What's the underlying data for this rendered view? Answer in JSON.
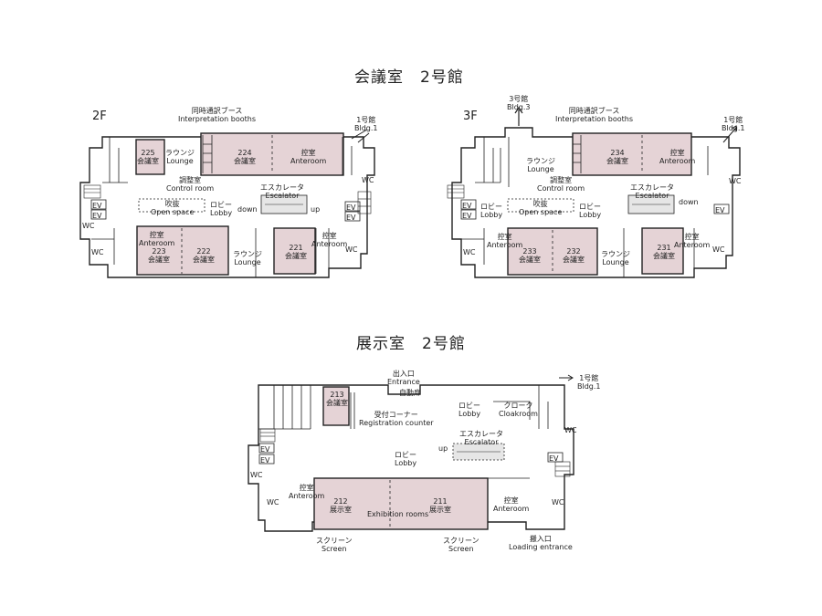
{
  "titles": {
    "conference": "会議室　2号館",
    "exhibition": "展示室　2号館"
  },
  "floor2": {
    "floor_label": "2F",
    "booths_jp": "同時通訳ブース",
    "booths_en": "Interpretation booths",
    "bldg1_jp": "1号館",
    "bldg1_en": "Bldg.1",
    "room225_no": "225",
    "room225_jp": "会議室",
    "room224_no": "224",
    "room224_jp": "会議室",
    "room223_no": "223",
    "room223_jp": "会議室",
    "room222_no": "222",
    "room222_jp": "会議室",
    "room221_no": "221",
    "room221_jp": "会議室",
    "lounge_jp": "ラウンジ",
    "lounge_en": "Lounge",
    "lounge2_jp": "ラウンジ",
    "lounge2_en": "Lounge",
    "anteroom_jp": "控室",
    "anteroom_en": "Anteroom",
    "anteroom2_jp": "控室",
    "anteroom2_en": "Anteroom",
    "anteroom3_jp": "控室",
    "anteroom3_en": "Anteroom",
    "control_jp": "調整室",
    "control_en": "Control room",
    "escalator_jp": "エスカレータ",
    "escalator_en": "Escalator",
    "open_jp": "吹抜",
    "open_en": "Open space",
    "lobby_jp": "ロビー",
    "lobby_en": "Lobby",
    "down": "down",
    "up": "up",
    "ev": "EV",
    "wc": "WC"
  },
  "floor3": {
    "floor_label": "3F",
    "bldg3_jp": "3号館",
    "bldg3_en": "Bldg.3",
    "booths_jp": "同時通訳ブース",
    "booths_en": "Interpretation booths",
    "bldg1_jp": "1号館",
    "bldg1_en": "Bldg.1",
    "room234_no": "234",
    "room234_jp": "会議室",
    "room233_no": "233",
    "room233_jp": "会議室",
    "room232_no": "232",
    "room232_jp": "会議室",
    "room231_no": "231",
    "room231_jp": "会議室",
    "lounge_jp": "ラウンジ",
    "lounge_en": "Lounge",
    "lounge2_jp": "ラウンジ",
    "lounge2_en": "Lounge",
    "anteroom_jp": "控室",
    "anteroom_en": "Anteroom",
    "anteroom2_jp": "控室",
    "anteroom2_en": "Anteroom",
    "anteroom3_jp": "控室",
    "anteroom3_en": "Anteroom",
    "control_jp": "調整室",
    "control_en": "Control room",
    "escalator_jp": "エスカレータ",
    "escalator_en": "Escalator",
    "open_jp": "吹抜",
    "open_en": "Open space",
    "lobby_jp": "ロビー",
    "lobby_en": "Lobby",
    "lobby2_jp": "ロビー",
    "lobby2_en": "Lobby",
    "down": "down",
    "ev": "EV",
    "wc": "WC"
  },
  "exhibition": {
    "entrance_jp": "出入口",
    "entrance_en": "Entrance",
    "autodoor": "自動扉",
    "bldg1_jp": "1号館",
    "bldg1_en": "Bldg.1",
    "room213_no": "213",
    "room213_jp": "会議室",
    "reg_jp": "受付コーナー",
    "reg_en": "Registration counter",
    "lobby_jp": "ロビー",
    "lobby_en": "Lobby",
    "lobby2_jp": "ロビー",
    "lobby2_en": "Lobby",
    "cloak_jp": "クローク",
    "cloak_en": "Cloakroom",
    "escalator_jp": "エスカレータ",
    "escalator_en": "Escalator",
    "up": "up",
    "anteroom_jp": "控室",
    "anteroom_en": "Anteroom",
    "anteroom2_jp": "控室",
    "anteroom2_en": "Anteroom",
    "room212_no": "212",
    "room212_jp": "展示室",
    "room211_no": "211",
    "room211_jp": "展示室",
    "exhibition_en": "Exhibition rooms",
    "screen_jp": "スクリーン",
    "screen_en": "Screen",
    "screen2_jp": "スクリーン",
    "screen2_en": "Screen",
    "loading_jp": "搬入口",
    "loading_en": "Loading entrance",
    "ev": "EV",
    "wc": "WC"
  },
  "colors": {
    "room_fill": "#e5d3d6",
    "wall": "#222222",
    "escalator_fill": "#e6e6e6"
  }
}
